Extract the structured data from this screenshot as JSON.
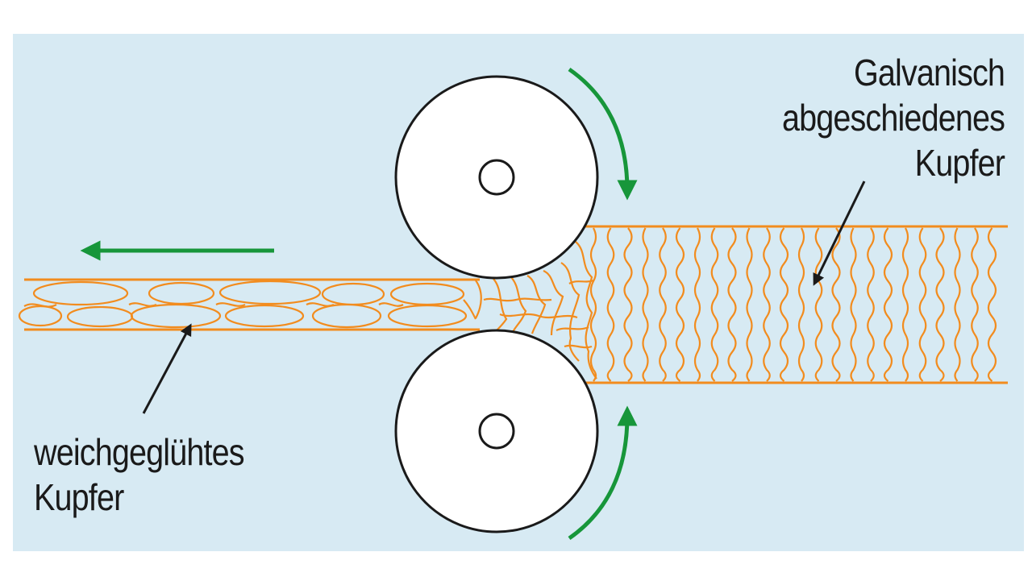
{
  "labels": {
    "electroplated_copper": [
      "Galvanisch",
      "abgeschiedenes",
      "Kupfer"
    ],
    "annealed_copper": [
      "weichgeglühtes",
      "Kupfer"
    ]
  },
  "colors": {
    "background": "#d7eaf3",
    "copper": "#f28c1e",
    "arrow_motion": "#17963a",
    "pointer": "#1a1a1a",
    "roller": "#ffffff"
  },
  "icons": {
    "feed_direction": "arrow-left-icon",
    "roll_rotation": "curved-arrow-icon"
  }
}
